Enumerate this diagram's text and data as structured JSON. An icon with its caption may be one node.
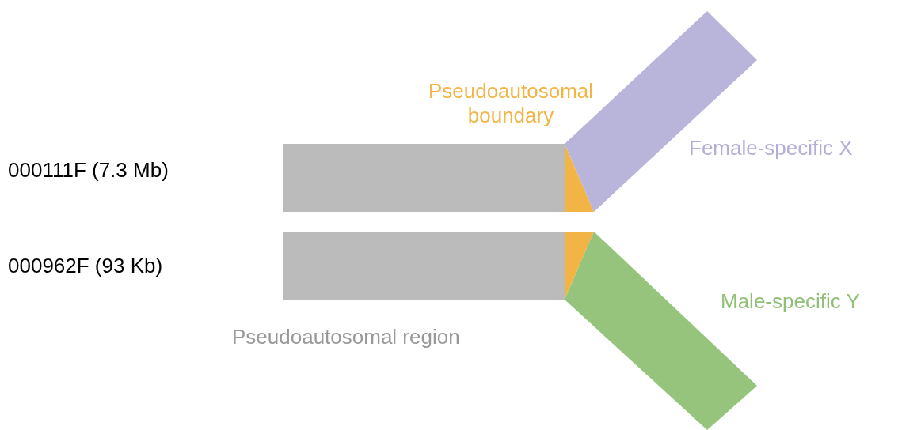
{
  "diagram": {
    "labels": [
      "Pseudoautosomal boundary",
      "Female-specific X",
      "000111F (7.3 Mb)",
      "000962F (93 Kb)",
      "Male-specific Y",
      "Pseudoautosomal region"
    ]
  }
}
